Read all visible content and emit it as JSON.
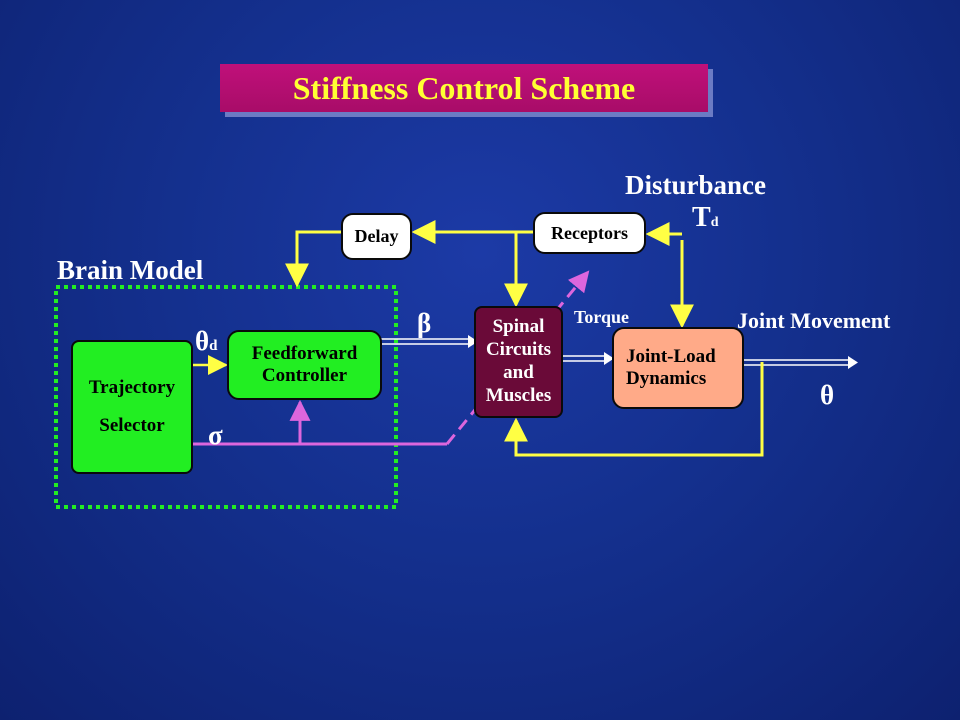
{
  "title": "Stiffness Control Scheme",
  "labels": {
    "disturbance": "Disturbance",
    "td_main": "T",
    "td_sub": "d",
    "brain_model": "Brain Model",
    "theta_d_main": "θ",
    "theta_d_sub": "d",
    "beta": "β",
    "sigma": "σ",
    "torque": "Torque",
    "joint_movement": "Joint Movement",
    "theta": "θ"
  },
  "blocks": {
    "delay": "Delay",
    "receptors": "Receptors",
    "trajectory_line1": "Trajectory",
    "trajectory_line2": "Selector",
    "feedforward_line1": "Feedforward",
    "feedforward_line2": "Controller",
    "spinal_line1": "Spinal",
    "spinal_line2": "Circuits",
    "spinal_line3": "and",
    "spinal_line4": "Muscles",
    "joint_line1": "Joint-Load",
    "joint_line2": "Dynamics"
  },
  "colors": {
    "background": "#14308e",
    "title_bg": "#b00e6e",
    "title_text": "#ffff33",
    "wire": "#ffff44",
    "sigma_wire": "#dd66dd",
    "brain_border": "#22ee22",
    "block_green": "#22ee22",
    "block_spinal": "#6a0a38",
    "block_joint": "#ffaa88"
  }
}
